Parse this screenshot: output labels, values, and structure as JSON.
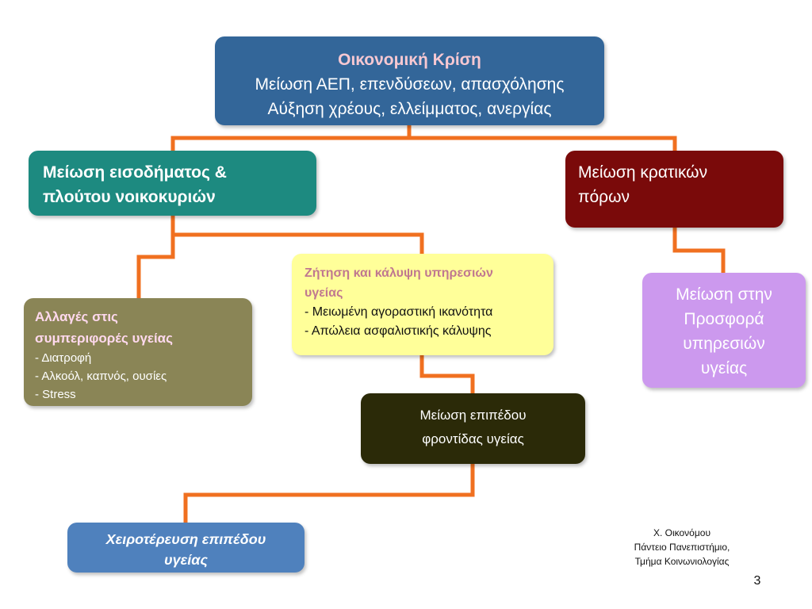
{
  "diagram": {
    "connector_color": "#f07020",
    "nodes": {
      "crisis": {
        "title": "Οικονομική Κρίση",
        "line2": "Μείωση ΑΕΠ, επενδύσεων, απασχόλησης",
        "line3": "Αύξηση χρέους, ελλείμματος, ανεργίας",
        "color": "#336699"
      },
      "income": {
        "line1": "Μείωση εισοδήματος &",
        "line2": "πλούτου νοικοκυριών",
        "color": "#1d8a80"
      },
      "state": {
        "line1": "Μείωση κρατικών",
        "line2": "πόρων",
        "color": "#7a0a0a"
      },
      "demand": {
        "title_line1": "Ζήτηση και κάλυψη υπηρεσιών",
        "title_line2": "υγείας",
        "item1": "- Μειωμένη αγοραστική ικανότητα",
        "item2": "- Απώλεια ασφαλιστικής κάλυψης",
        "color": "#ffff99"
      },
      "behavior": {
        "title_line1": "Αλλαγές στις",
        "title_line2": "συμπεριφορές υγείας",
        "item1": "- Διατροφή",
        "item2": "- Αλκοόλ, καπνός, ουσίες",
        "item3": "- Stress",
        "color": "#8a8556"
      },
      "supply": {
        "line1": "Μείωση στην",
        "line2": "Προσφορά",
        "line3": "υπηρεσιών",
        "line4": "υγείας",
        "color": "#cc99ee"
      },
      "level": {
        "line1": "Μείωση επιπέδου",
        "line2": "φροντίδας υγείας",
        "color": "#2b2a08"
      },
      "health": {
        "line1": "Χειροτέρευση επιπέδου",
        "line2": "υγείας",
        "color": "#4f81bd"
      }
    }
  },
  "footer": {
    "credit_line1": "Χ. Οικονόμου",
    "credit_line2": "Πάντειο Πανεπιστήμιο,",
    "credit_line3": "Τμήμα Κοινωνιολογίας",
    "page_number": "3"
  }
}
